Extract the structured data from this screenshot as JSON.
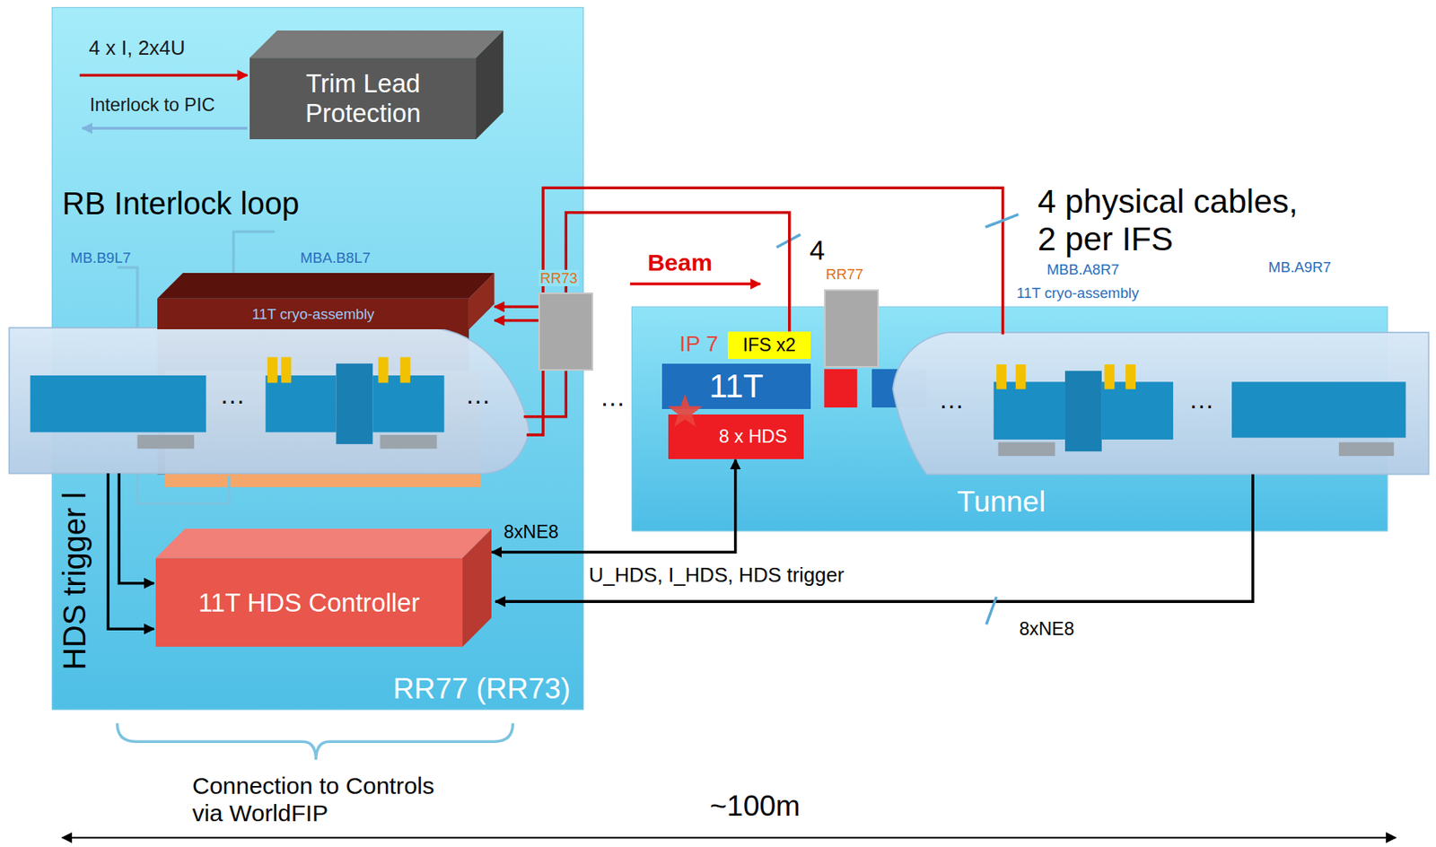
{
  "diagram": {
    "nodes": [
      {
        "text": [
          "RR77 (RR73)"
        ]
      },
      {
        "text": [
          "Trim Lead Protection"
        ],
        "in": 0
      },
      {
        "text": [
          "11T HDS Controller"
        ],
        "in": 0
      },
      {
        "text": [
          "11T cryo-assembly"
        ],
        "in": 0
      },
      {
        "text": [
          "RR73"
        ]
      },
      {
        "text": [
          "Tunnel"
        ]
      },
      {
        "text": [
          "IFS x2"
        ],
        "in": 5
      },
      {
        "text": [
          "11T"
        ],
        "in": 5
      },
      {
        "text": [
          "8 x HDS"
        ],
        "in": 5
      },
      {
        "text": [
          "RR77"
        ]
      }
    ],
    "edges": [
      {
        "from": 4,
        "to": 3,
        "arrow": "to"
      },
      {
        "from": 4,
        "to": 3,
        "arrow": "to"
      },
      {
        "from": 4,
        "to": 6,
        "arrow": "none"
      },
      {
        "from": 2,
        "to": 8,
        "arrow": "both",
        "label": "8xNE8"
      }
    ],
    "labels": [
      "4 x I, 2x4U",
      "Interlock to PIC",
      "RB Interlock loop",
      "MB.B9L7",
      "MBA.B8L7",
      "Beam",
      "4",
      "4 physical cables, 2 per IFS",
      "MBB.A8R7",
      "MB.A9R7",
      "11T cryo-assembly",
      "IP 7",
      "…",
      "…",
      "…",
      "…",
      "…",
      "U_HDS, I_HDS, HDS trigger",
      "8xNE8",
      "HDS trigger l",
      "Connection to Controls via WorldFIP",
      "~100m"
    ]
  }
}
